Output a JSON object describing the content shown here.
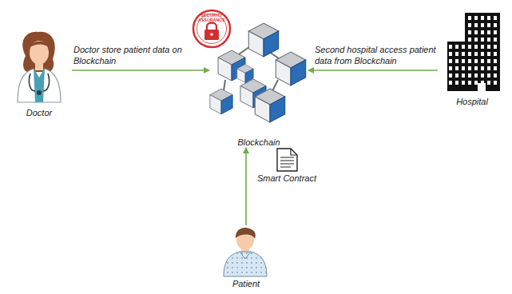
{
  "diagram": {
    "nodes": [
      {
        "text": [
          "Doctor"
        ]
      },
      {
        "text": [
          "Blockchain"
        ]
      },
      {
        "text": [
          "Hospital"
        ]
      },
      {
        "text": [
          "Patient"
        ]
      }
    ],
    "edges": [
      {
        "from": 0,
        "to": 1,
        "arrow": "to",
        "label": "Doctor store patient data on Blockchain"
      },
      {
        "from": 2,
        "to": 1,
        "arrow": "to",
        "label": "Second hospital access patient data from Blockchain"
      },
      {
        "from": 3,
        "to": 1,
        "arrow": "to",
        "label": "Smart Contract"
      }
    ],
    "labels": [
      "SECURITY ASSURANCE"
    ]
  }
}
